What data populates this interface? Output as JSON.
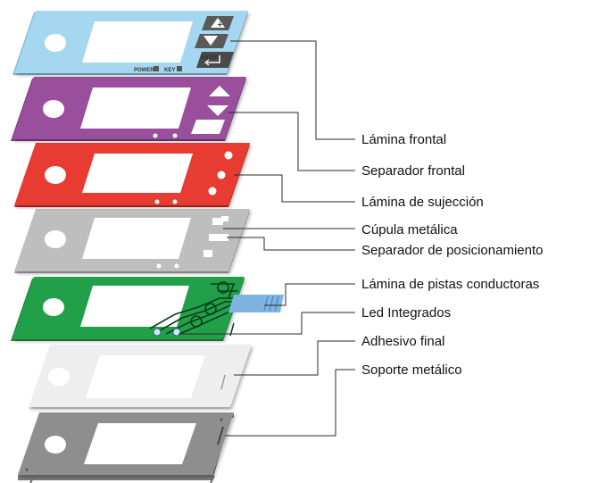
{
  "layers": [
    {
      "id": "frontal",
      "label": "Lámina frontal",
      "color": "#9fd3ee"
    },
    {
      "id": "separador-frontal",
      "label": "Separador frontal",
      "color": "#9a4f9c"
    },
    {
      "id": "sujeccion",
      "label": "Lámina de sujección",
      "color": "#e83a30"
    },
    {
      "id": "cupula",
      "label": "Cúpula metálica",
      "color": "#bdbdbd"
    },
    {
      "id": "posicionamiento",
      "label": "Separador de posicionamiento",
      "color": "#bdbdbd"
    },
    {
      "id": "pistas",
      "label": "Lámina de pistas conductoras",
      "color": "#23a04a"
    },
    {
      "id": "led",
      "label": "Led Integrados",
      "color": "#23a04a"
    },
    {
      "id": "adhesivo",
      "label": "Adhesivo final",
      "color": "#e6e6e6"
    },
    {
      "id": "soporte",
      "label": "Soporte metálico",
      "color": "#8e8e8e"
    }
  ],
  "keypad": {
    "power": "POWER",
    "key": "KEY",
    "enter": "ENTER"
  }
}
